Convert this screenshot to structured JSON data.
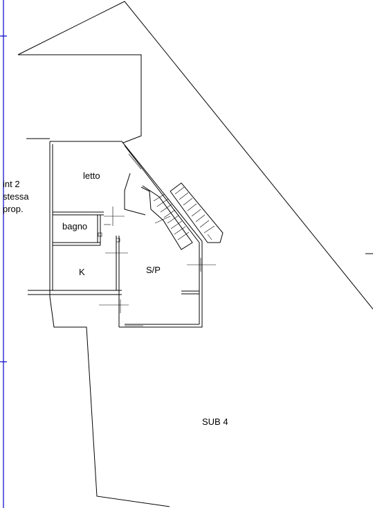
{
  "rooms": {
    "bedroom": "letto",
    "bathroom": "bagno",
    "kitchen": "K",
    "living": "S/P"
  },
  "neighbor_note": [
    "int 2",
    "stessa",
    "prop."
  ],
  "sub_label": "SUB 4",
  "colors": {
    "lines": "#000000",
    "frame": "#0000cc",
    "background": "#ffffff"
  }
}
